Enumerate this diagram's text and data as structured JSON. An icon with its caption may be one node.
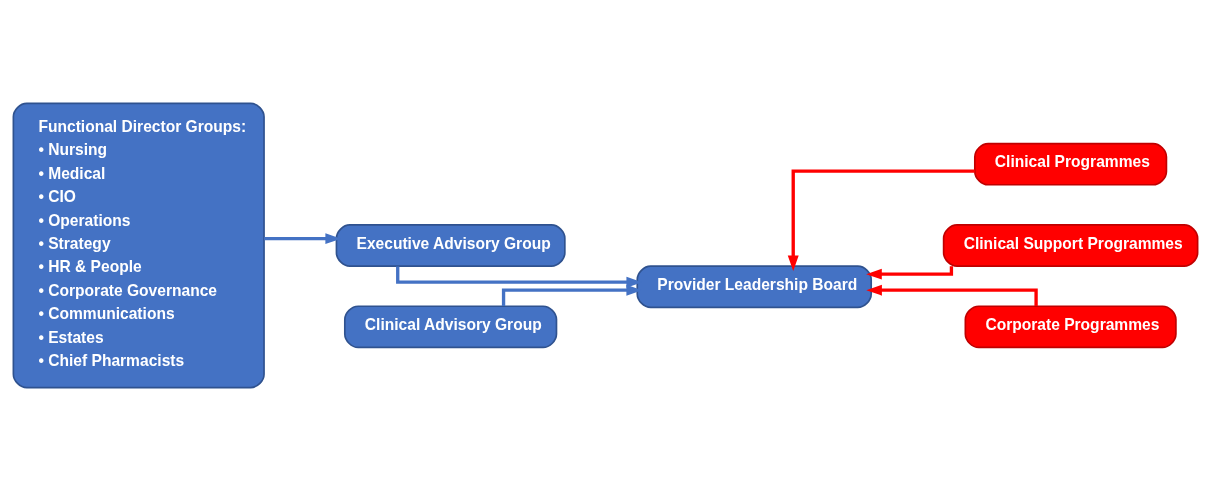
{
  "diagram": {
    "nodes": [
      {
        "text": [
          "Functional Director Groups:",
          "• Nursing",
          "• Medical",
          "• CIO",
          "• Operations",
          "• Strategy",
          "• HR & People",
          "• Corporate Governance",
          "• Communications",
          "• Estates",
          "• Chief Pharmacists"
        ]
      },
      {
        "text": [
          "Provider Leadership Board"
        ]
      },
      {
        "text": [
          "Executive Advisory Group"
        ]
      },
      {
        "text": [
          "Clinical Advisory Group"
        ]
      },
      {
        "text": [
          "Clinical Programmes"
        ]
      },
      {
        "text": [
          "Clinical Support Programmes"
        ]
      },
      {
        "text": [
          "Corporate Programmes"
        ]
      }
    ],
    "edges": [
      {
        "from": 0,
        "to": 2,
        "arrow": "to",
        "color": "#4472c4"
      },
      {
        "from": 2,
        "to": 1,
        "arrow": "to",
        "color": "#4472c4"
      },
      {
        "from": 3,
        "to": 1,
        "arrow": "to",
        "color": "#4472c4"
      },
      {
        "from": 4,
        "to": 1,
        "arrow": "to",
        "color": "#ff0000"
      },
      {
        "from": 5,
        "to": 1,
        "arrow": "to",
        "color": "#ff0000"
      },
      {
        "from": 6,
        "to": 1,
        "arrow": "to",
        "color": "#ff0000"
      }
    ]
  }
}
